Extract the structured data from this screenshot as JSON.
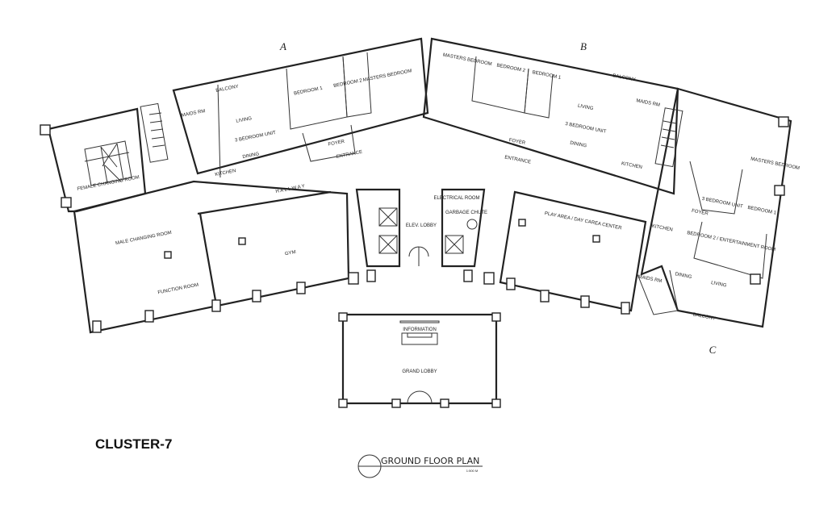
{
  "drawing": {
    "cluster_title": "CLUSTER-7",
    "plan_title": "GROUND FLOOR PLAN",
    "scale_note": "1:500 M"
  },
  "wing_a": {
    "marker": "A",
    "balcony": "BALCONY",
    "maids_room": "MAIDS RM",
    "living": "LIVING",
    "unit": "3 BEDROOM UNIT",
    "dining": "DINING",
    "bedroom_1": "BEDROOM 1",
    "bedroom_2": "BEDROOM 2",
    "masters_bedroom": "MASTERS BEDROOM",
    "foyer": "FOYER",
    "entrance": "ENTRANCE",
    "kitchen": "KITCHEN",
    "female_changing": "FEMALE CHANGING ROOM",
    "male_changing": "MALE CHANGING ROOM",
    "hallway": "H A L L W A Y",
    "function_room": "FUNCTION ROOM",
    "gym": "GYM"
  },
  "center": {
    "elev_lobby": "ELEV. LOBBY",
    "electrical_room": "ELECTRICAL ROOM",
    "garbage_chute": "GARBAGE CHUTE",
    "information": "INFORMATION",
    "grand_lobby": "GRAND LOBBY"
  },
  "wing_b": {
    "marker": "B",
    "masters_bedroom": "MASTERS BEDROOM",
    "bedroom_2": "BEDROOM 2",
    "bedroom_1": "BEDROOM 1",
    "balcony": "BALCONY",
    "maids_room": "MAIDS RM",
    "living": "LIVING",
    "unit": "3 BEDROOM UNIT",
    "dining": "DINING",
    "foyer": "FOYER",
    "entrance": "ENTRANCE",
    "kitchen": "KITCHEN"
  },
  "wing_c": {
    "marker": "C",
    "masters_bedroom": "MASTERS BEDROOM",
    "bedroom_1": "BEDROOM 1",
    "unit": "3 BEDROOM UNIT",
    "foyer": "FOYER",
    "kitchen": "KITCHEN",
    "bedroom_2": "BEDROOM 2 / ENTERTAINMENT ROOM",
    "play_area": "PLAY AREA / DAY CAREA CENTER",
    "dining": "DINING",
    "living": "LIVING",
    "maids_room": "MAIDS RM",
    "balcony": "BALCONY"
  }
}
